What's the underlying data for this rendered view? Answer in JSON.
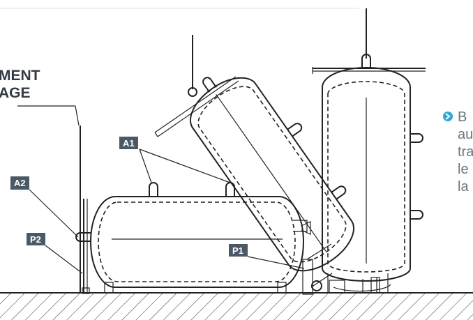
{
  "title": {
    "line1": "MENT",
    "line2": "AGE"
  },
  "labels": {
    "a1": "A1",
    "a2": "A2",
    "p1": "P1",
    "p2": "P2"
  },
  "side_text": [
    "B",
    "au",
    "tra",
    "le",
    "la"
  ],
  "colors": {
    "label_bg": "#4b5866",
    "text_gray": "#6d7480",
    "bullet": "#2aa8d8",
    "line": "#222222"
  },
  "icons": {
    "bullet": "arrow-circle-right-icon"
  }
}
